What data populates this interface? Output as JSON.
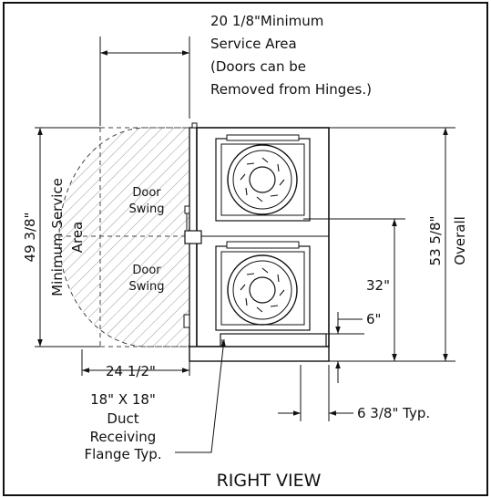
{
  "labels": {
    "width_value": "20 1/8\"Minimum",
    "width_line2": "Service Area",
    "width_line3": "(Doors can be",
    "width_line4": "Removed from Hinges.)",
    "height_value": "49 3/8\"",
    "height_caption_1": "Minimum Service",
    "height_caption_2": "Area",
    "door_top_1": "Door",
    "door_top_2": "Swing",
    "door_bottom_1": "Door",
    "door_bottom_2": "Swing",
    "overall_value": "53 5/8\"",
    "overall_caption": "Overall",
    "dim_32": "32\"",
    "dim_6": "6\"",
    "dim_24": "24 1/2\"",
    "dim_63": "6 3/8\" Typ.",
    "duct_1": "18\" X 18\"",
    "duct_2": "Duct",
    "duct_3": "Receiving",
    "duct_4": "Flange Typ.",
    "view_title": "RIGHT VIEW"
  }
}
